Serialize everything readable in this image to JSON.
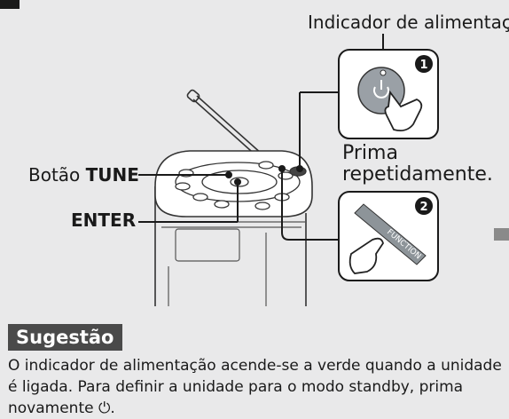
{
  "labels": {
    "power_indicator": "Indicador de alimentação",
    "tune_prefix": "Botão ",
    "tune_bold": "TUNE",
    "enter": "ENTER",
    "press_line1": "Prima",
    "press_line2": "repetidamente.",
    "function_key": "FUNCTION"
  },
  "steps": [
    "1",
    "2"
  ],
  "tip": {
    "heading": "Sugestão",
    "text": "O indicador de alimentação acende-se a verde quando a unidade\né ligada. Para definir a unidade para o modo standby, prima\nnovamente ⏻."
  },
  "icons": {
    "power": "power-symbol-icon",
    "hand": "pressing-hand-icon"
  }
}
